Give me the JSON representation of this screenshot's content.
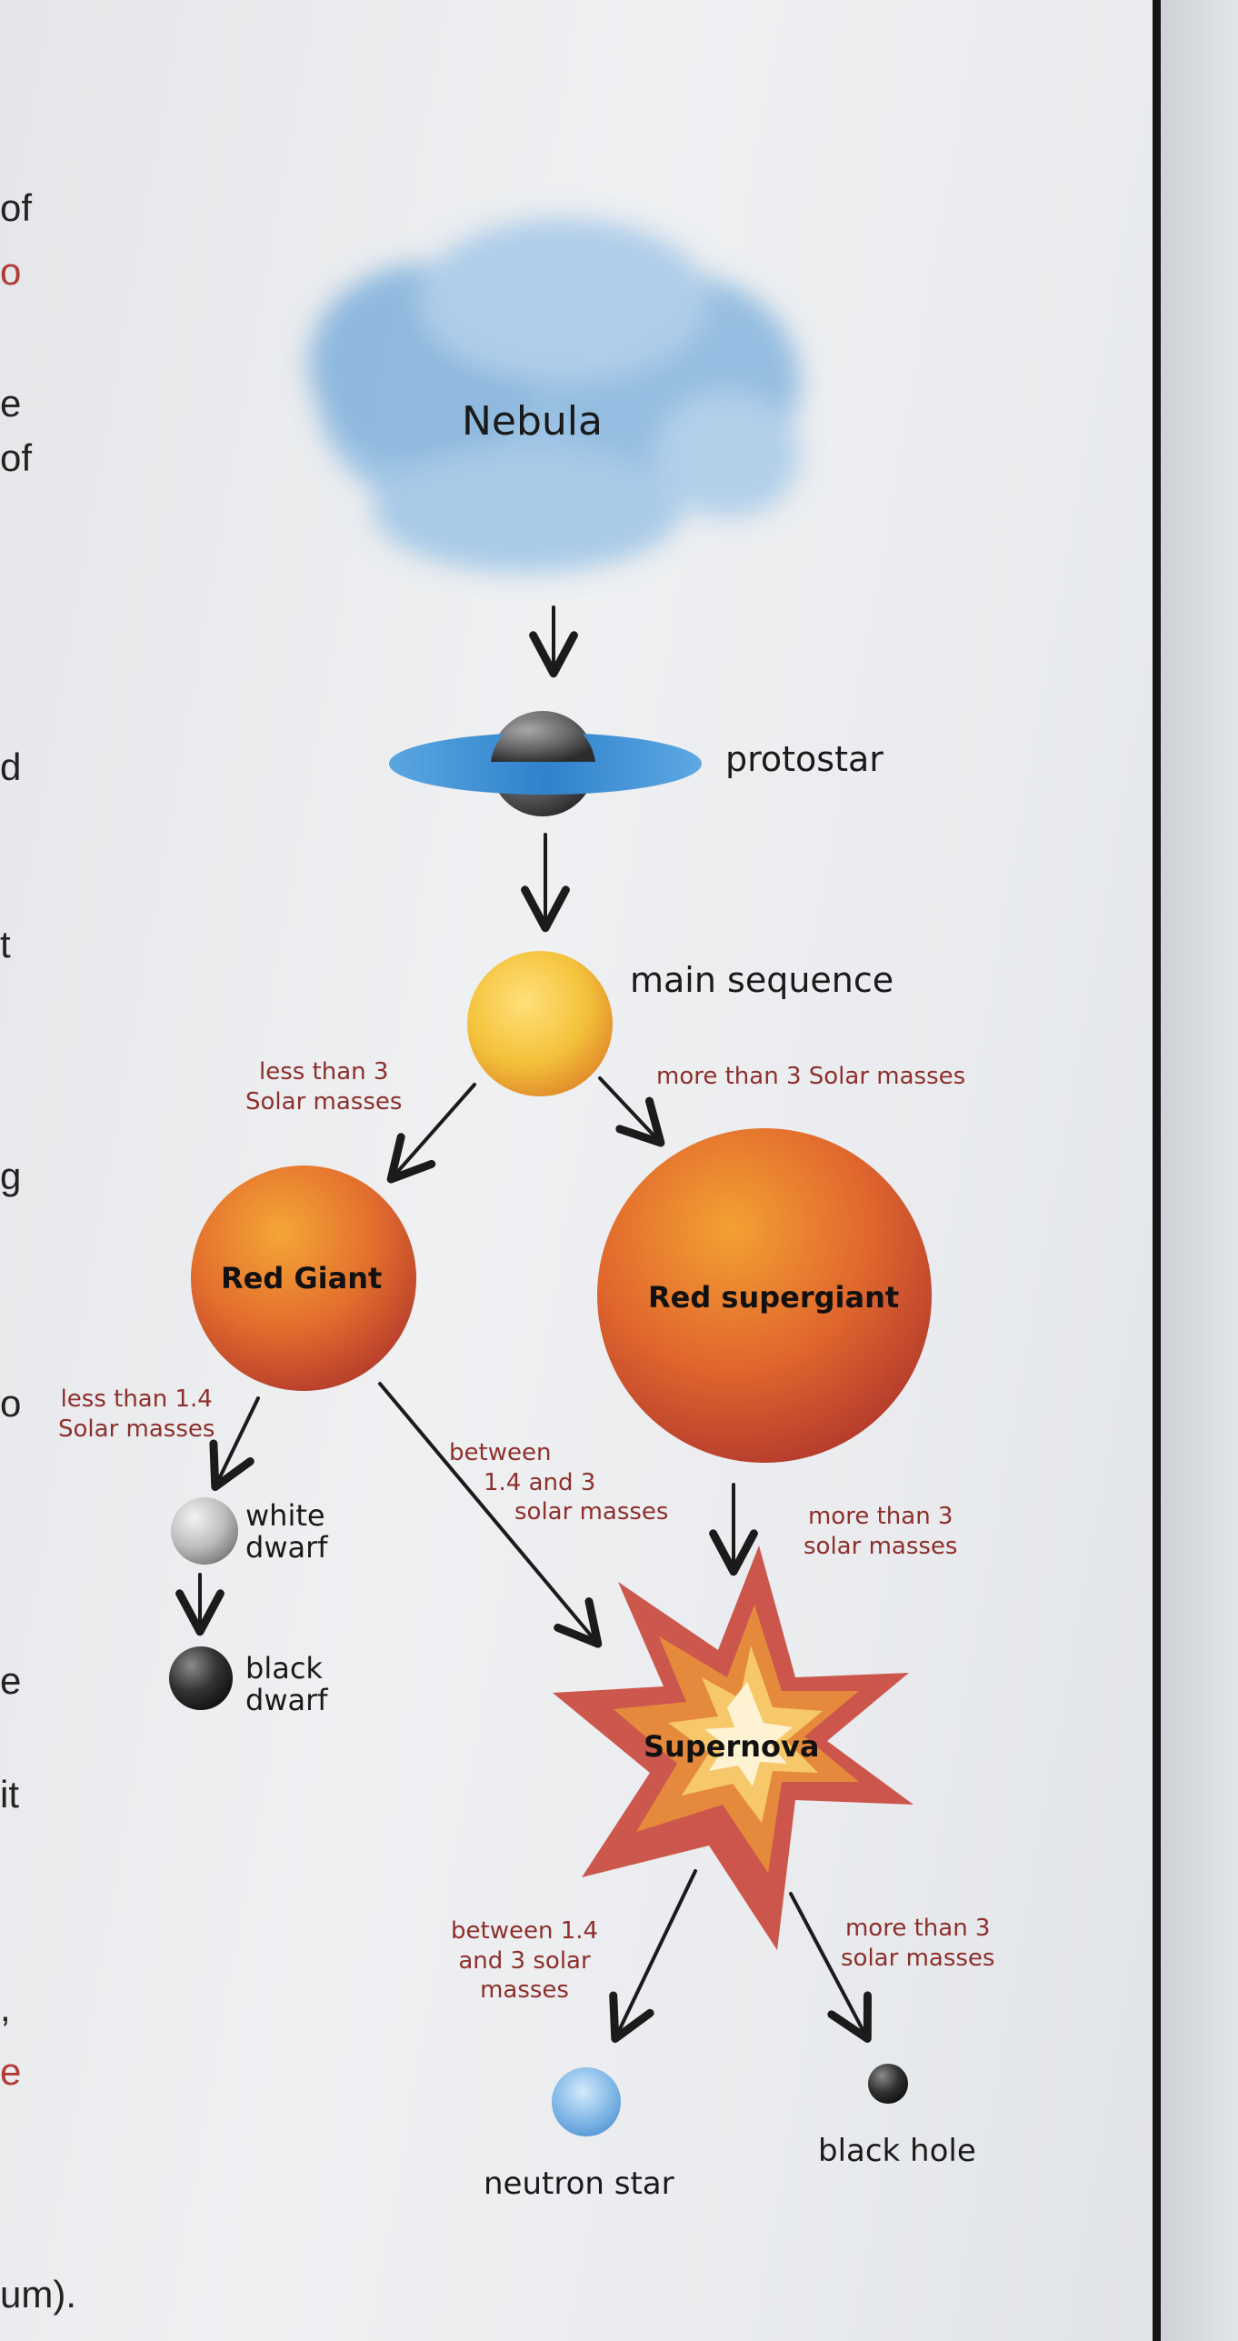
{
  "left_edge_fragments": [
    {
      "text": "of",
      "color": "dark"
    },
    {
      "text": "o",
      "color": "red"
    },
    {
      "text": "e",
      "color": "dark"
    },
    {
      "text": "of",
      "color": "dark"
    },
    {
      "text": "d",
      "color": "dark"
    },
    {
      "text": "t",
      "color": "dark"
    },
    {
      "text": "g",
      "color": "dark"
    },
    {
      "text": "o",
      "color": "dark"
    },
    {
      "text": "e",
      "color": "dark"
    },
    {
      "text": "it",
      "color": "dark"
    },
    {
      "text": ",",
      "color": "dark"
    },
    {
      "text": "e",
      "color": "red"
    },
    {
      "text": "um).",
      "color": "dark"
    }
  ],
  "stages": {
    "nebula": "Nebula",
    "protostar": "protostar",
    "main_sequence": "main sequence",
    "red_giant": "Red Giant",
    "red_supergiant": "Red supergiant",
    "white_dwarf": [
      "white",
      "dwarf"
    ],
    "black_dwarf": [
      "black",
      "dwarf"
    ],
    "supernova": "Supernova",
    "neutron_star": "neutron star",
    "black_hole": "black hole"
  },
  "conditions": {
    "ms_to_red_giant": [
      "less than 3",
      "Solar masses"
    ],
    "ms_to_supergiant": [
      "more than 3 Solar masses"
    ],
    "giant_to_white_dwarf": [
      "less than 1.4",
      "Solar masses"
    ],
    "giant_to_supernova": [
      "between",
      "1.4 and 3",
      "solar masses"
    ],
    "supergiant_to_supernova": [
      "more than 3",
      "solar masses"
    ],
    "supernova_to_neutron": [
      "between 1.4",
      "and 3 solar",
      "masses"
    ],
    "supernova_to_black_hole": [
      "more than 3",
      "solar masses"
    ]
  },
  "colors": {
    "label_red": "#8e2f2b",
    "nebula_blue": "#7fb0dc",
    "star_yellow": "#f3c23c",
    "giant_orange": "#e0762f"
  }
}
